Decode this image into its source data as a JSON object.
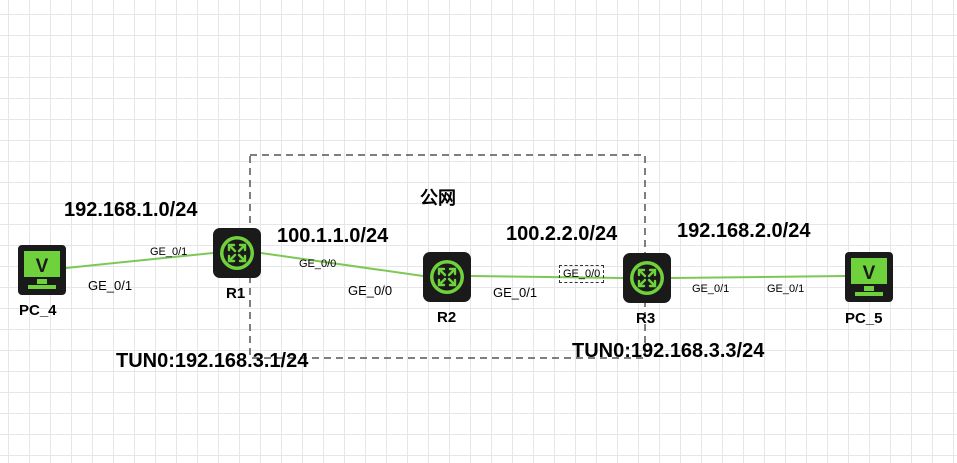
{
  "region_label": "公网",
  "networks": {
    "lan1": "192.168.1.0/24",
    "wan1": "100.1.1.0/24",
    "wan2": "100.2.2.0/24",
    "lan2": "192.168.2.0/24"
  },
  "tunnels": {
    "r1": "TUN0:192.168.3.1/24",
    "r3": "TUN0:192.168.3.3/24"
  },
  "nodes": {
    "pc4": "PC_4",
    "r1": "R1",
    "r2": "R2",
    "r3": "R3",
    "pc5": "PC_5"
  },
  "ports": {
    "pc4_ge01": "GE_0/1",
    "r1_ge01": "GE_0/1",
    "r1_ge00": "GE_0/0",
    "r2_ge00": "GE_0/0",
    "r2_ge01": "GE_0/1",
    "r3_ge00": "GE_0/0",
    "r3_ge01": "GE_0/1",
    "pc5_ge01": "GE_0/1"
  },
  "colors": {
    "link": "#7dc855",
    "device_body": "#1a1a1a",
    "device_accent": "#6fd13c",
    "region_border": "#555555"
  },
  "icons": {
    "pc": "monitor-icon",
    "router": "router-icon"
  }
}
